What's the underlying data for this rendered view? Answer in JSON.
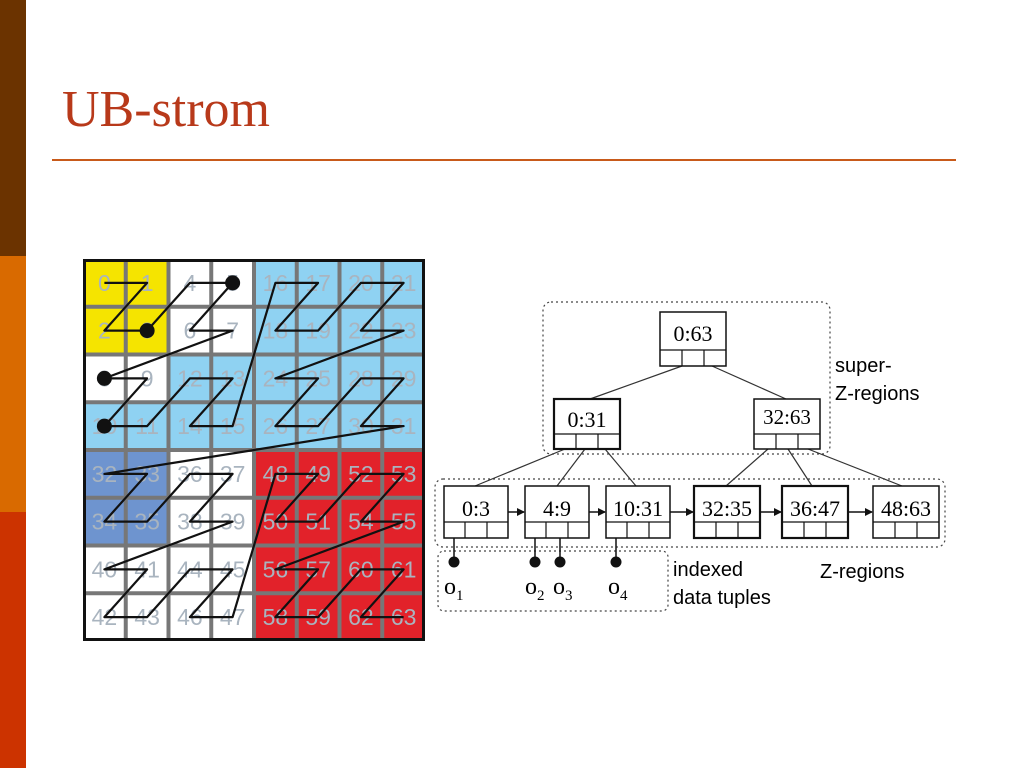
{
  "slide": {
    "title": "UB-strom",
    "colors": {
      "title": "#b8391a",
      "rule": "#c85a1a",
      "bar_top": "#6b3300",
      "bar_mid": "#d96a00",
      "bar_bottom": "#cc3300"
    }
  },
  "zgrid": {
    "size": 8,
    "rows": [
      [
        "0",
        "1",
        "4",
        "5",
        "16",
        "17",
        "20",
        "21"
      ],
      [
        "2",
        "3",
        "6",
        "7",
        "18",
        "19",
        "22",
        "23"
      ],
      [
        "8",
        "9",
        "12",
        "13",
        "24",
        "25",
        "28",
        "29"
      ],
      [
        "10",
        "11",
        "14",
        "15",
        "26",
        "27",
        "30",
        "31"
      ],
      [
        "32",
        "33",
        "36",
        "37",
        "48",
        "49",
        "52",
        "53"
      ],
      [
        "34",
        "35",
        "38",
        "39",
        "50",
        "51",
        "54",
        "55"
      ],
      [
        "40",
        "41",
        "44",
        "45",
        "56",
        "57",
        "60",
        "61"
      ],
      [
        "42",
        "43",
        "46",
        "47",
        "58",
        "59",
        "62",
        "63"
      ]
    ],
    "region_colors": {
      "yellow": "#f5e400",
      "white": "#ffffff",
      "light_blue": "#8fd2f2",
      "steel_blue": "#6e94cf",
      "red": "#e2222a"
    },
    "cell_regions": [
      [
        "yellow",
        "yellow",
        "white",
        "white",
        "light_blue",
        "light_blue",
        "light_blue",
        "light_blue"
      ],
      [
        "yellow",
        "yellow",
        "white",
        "white",
        "light_blue",
        "light_blue",
        "light_blue",
        "light_blue"
      ],
      [
        "white",
        "white",
        "light_blue",
        "light_blue",
        "light_blue",
        "light_blue",
        "light_blue",
        "light_blue"
      ],
      [
        "light_blue",
        "light_blue",
        "light_blue",
        "light_blue",
        "light_blue",
        "light_blue",
        "light_blue",
        "light_blue"
      ],
      [
        "steel_blue",
        "steel_blue",
        "white",
        "white",
        "red",
        "red",
        "red",
        "red"
      ],
      [
        "steel_blue",
        "steel_blue",
        "white",
        "white",
        "red",
        "red",
        "red",
        "red"
      ],
      [
        "white",
        "white",
        "white",
        "white",
        "red",
        "red",
        "red",
        "red"
      ],
      [
        "white",
        "white",
        "white",
        "white",
        "red",
        "red",
        "red",
        "red"
      ]
    ],
    "data_points": [
      5,
      3,
      8,
      10
    ]
  },
  "tree": {
    "root": {
      "label": "0:63"
    },
    "level1": [
      {
        "label": "0:31"
      },
      {
        "label": "32:63"
      }
    ],
    "leaves": [
      {
        "label": "0:3"
      },
      {
        "label": "4:9"
      },
      {
        "label": "10:31"
      },
      {
        "label": "32:35"
      },
      {
        "label": "36:47"
      },
      {
        "label": "48:63"
      }
    ],
    "tuples": [
      {
        "base": "o",
        "sub": "1"
      },
      {
        "base": "o",
        "sub": "2"
      },
      {
        "base": "o",
        "sub": "3"
      },
      {
        "base": "o",
        "sub": "4"
      }
    ],
    "labels": {
      "super_line1": "super-",
      "super_line2": "Z-regions",
      "zregions": "Z-regions",
      "indexed_line1": "indexed",
      "indexed_line2": "data tuples"
    }
  }
}
